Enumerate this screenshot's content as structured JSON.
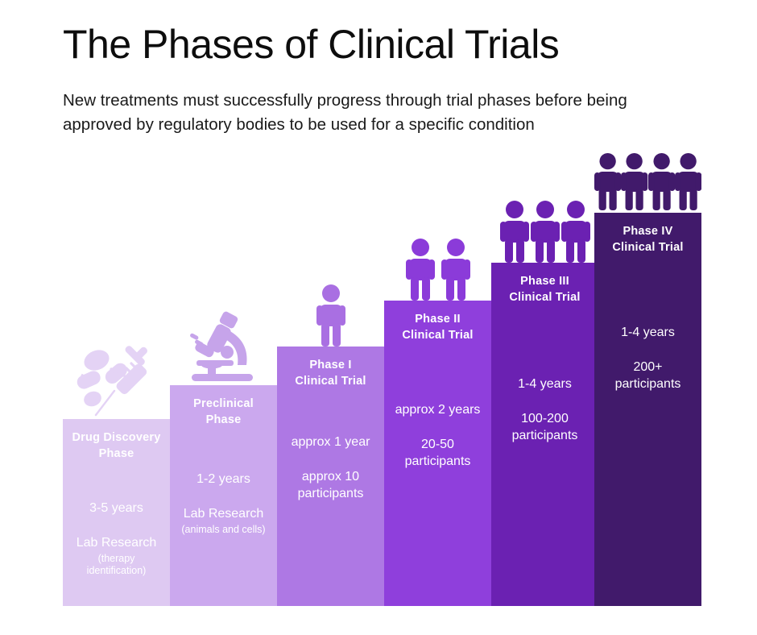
{
  "header": {
    "title": "The Phases of Clinical Trials",
    "subtitle": "New treatments must successfully progress through trial phases before being approved by regulatory bodies to be used for a specific condition"
  },
  "chart_data": {
    "type": "bar",
    "title": "The Phases of Clinical Trials",
    "xlabel": "",
    "ylabel": "",
    "grid": false,
    "legend": "none",
    "categories": [
      "Drug Discovery Phase",
      "Preclinical Phase",
      "Phase I Clinical Trial",
      "Phase II Clinical Trial",
      "Phase III Clinical Trial",
      "Phase IV Clinical Trial"
    ],
    "values": [
      232,
      274,
      322,
      379,
      426,
      488
    ],
    "value_unit": "px-height (relative stage progression)",
    "colors": [
      "#DEC9F2",
      "#CBA8EE",
      "#AE78E4",
      "#8F3FDC",
      "#6B21B2",
      "#411A6B"
    ],
    "annotations": [
      "3-5 years / Lab Research (therapy identification)",
      "1-2 years / Lab Research (animals and cells)",
      "approx 1 year / approx 10 participants",
      "approx 2 years / 20-50 participants",
      "1-4 years / 100-200 participants",
      "1-4 years / 200+ participants"
    ]
  },
  "phases": [
    {
      "id": "drug-discovery",
      "label": "Drug Discovery\nPhase",
      "years": "3-5 years",
      "participants": "Lab Research",
      "sub": "(therapy\nidentification)",
      "color": "#DEC9F2",
      "icon": "pills-syringe-icon",
      "icon_count": 1
    },
    {
      "id": "preclinical",
      "label": "Preclinical\nPhase",
      "years": "1-2 years",
      "participants": "Lab Research",
      "sub": "(animals and cells)",
      "color": "#CBA8EE",
      "icon": "microscope-icon",
      "icon_count": 1
    },
    {
      "id": "phase-1",
      "label": "Phase I\nClinical Trial",
      "years": "approx 1 year",
      "participants": "approx 10\nparticipants",
      "sub": "",
      "color": "#AE78E4",
      "icon": "person-icon",
      "icon_count": 1
    },
    {
      "id": "phase-2",
      "label": "Phase II\nClinical Trial",
      "years": "approx 2 years",
      "participants": "20-50\nparticipants",
      "sub": "",
      "color": "#8F3FDC",
      "icon": "person-icon",
      "icon_count": 2
    },
    {
      "id": "phase-3",
      "label": "Phase III\nClinical Trial",
      "years": "1-4 years",
      "participants": "100-200\nparticipants",
      "sub": "",
      "color": "#6B21B2",
      "icon": "person-icon",
      "icon_count": 3
    },
    {
      "id": "phase-4",
      "label": "Phase IV\nClinical Trial",
      "years": "1-4 years",
      "participants": "200+\nparticipants",
      "sub": "",
      "color": "#411A6B",
      "icon": "person-icon",
      "icon_count": 4
    }
  ]
}
